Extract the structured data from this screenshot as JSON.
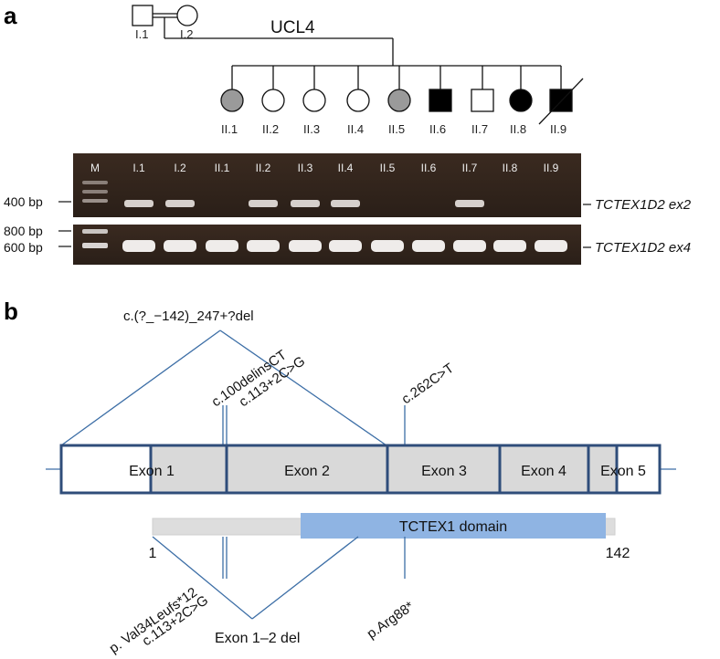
{
  "panel_a": {
    "letter": "a",
    "family_id": "UCL4",
    "parents": [
      {
        "id": "I.1",
        "sex": "male",
        "status": "unaffected"
      },
      {
        "id": "I.2",
        "sex": "female",
        "status": "unaffected"
      }
    ],
    "children": [
      {
        "id": "II.1",
        "sex": "female",
        "status": "carrier-grey"
      },
      {
        "id": "II.2",
        "sex": "female",
        "status": "unaffected"
      },
      {
        "id": "II.3",
        "sex": "female",
        "status": "unaffected"
      },
      {
        "id": "II.4",
        "sex": "female",
        "status": "unaffected"
      },
      {
        "id": "II.5",
        "sex": "female",
        "status": "carrier-grey"
      },
      {
        "id": "II.6",
        "sex": "male",
        "status": "affected"
      },
      {
        "id": "II.7",
        "sex": "male",
        "status": "unaffected"
      },
      {
        "id": "II.8",
        "sex": "female",
        "status": "affected"
      },
      {
        "id": "II.9",
        "sex": "male",
        "status": "affected-deceased"
      }
    ],
    "gel": {
      "lanes": [
        "M",
        "I.1",
        "I.2",
        "II.1",
        "II.2",
        "II.3",
        "II.4",
        "II.5",
        "II.6",
        "II.7",
        "II.8",
        "II.9"
      ],
      "size_markers_top": [
        "400 bp"
      ],
      "size_markers_bottom": [
        "800 bp",
        "600 bp"
      ],
      "gel1_label": "TCTEX1D2 ex2",
      "gel1_band_present": [
        true,
        true,
        true,
        false,
        true,
        true,
        true,
        false,
        false,
        true,
        false,
        false
      ],
      "gel2_label": "TCTEX1D2 ex4",
      "gel2_band_present": [
        true,
        true,
        true,
        true,
        true,
        true,
        true,
        true,
        true,
        true,
        true,
        true
      ]
    }
  },
  "panel_b": {
    "letter": "b",
    "deletion_label": "c.(?_−142)_247+?del",
    "mutations_top": [
      "c.100delinsCT",
      "c.113+2C>G",
      "c.262C>T"
    ],
    "exons": [
      "Exon 1",
      "Exon 2",
      "Exon 3",
      "Exon 4",
      "Exon 5"
    ],
    "domain_label": "TCTEX1 domain",
    "protein_start": "1",
    "protein_end": "142",
    "mutations_bottom": [
      "p. Val34Leufs*12",
      "c.113+2C>G",
      "p.Arg88*"
    ],
    "deletion_protein_label": "Exon 1–2 del",
    "colors": {
      "exon_border": "#2f4d7a",
      "exon_fill": "#d9d9d9",
      "domain": "#8fb4e3",
      "line": "#3c6ea6"
    }
  }
}
